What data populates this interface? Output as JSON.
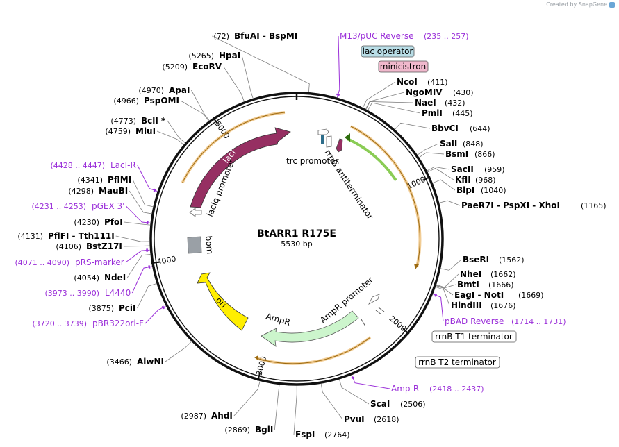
{
  "credit": "Created by SnapGene",
  "plasmid": {
    "name": "BtARR1 R175E",
    "size_label": "5530 bp",
    "length": 5530
  },
  "ticks": [
    {
      "pos": 0,
      "label": ""
    },
    {
      "pos": 1000,
      "label": "1000"
    },
    {
      "pos": 2000,
      "label": "2000"
    },
    {
      "pos": 3000,
      "label": "3000"
    },
    {
      "pos": 4000,
      "label": "4000"
    },
    {
      "pos": 5000,
      "label": "5000"
    }
  ],
  "enzymes": [
    {
      "name": "BfuAI  -  BspMI",
      "pos_text": "(72)",
      "pos": 72
    },
    {
      "name": "HpaI",
      "pos_text": "(5265)",
      "pos": 5265
    },
    {
      "name": "EcoRV",
      "pos_text": "(5209)",
      "pos": 5209
    },
    {
      "name": "ApaI",
      "pos_text": "(4970)",
      "pos": 4970
    },
    {
      "name": "PspOMI",
      "pos_text": "(4966)",
      "pos": 4966
    },
    {
      "name": "BclI *",
      "pos_text": "(4773)",
      "pos": 4773
    },
    {
      "name": "MluI",
      "pos_text": "(4759)",
      "pos": 4759
    },
    {
      "name": "PflMI",
      "pos_text": "(4341)",
      "pos": 4341
    },
    {
      "name": "MauBI",
      "pos_text": "(4298)",
      "pos": 4298
    },
    {
      "name": "PfoI",
      "pos_text": "(4230)",
      "pos": 4230
    },
    {
      "name": "PflFI  -  Tth111I",
      "pos_text": "(4131)",
      "pos": 4131
    },
    {
      "name": "BstZ17I",
      "pos_text": "(4106)",
      "pos": 4106
    },
    {
      "name": "NdeI",
      "pos_text": "(4054)",
      "pos": 4054
    },
    {
      "name": "PciI",
      "pos_text": "(3875)",
      "pos": 3875
    },
    {
      "name": "AlwNI",
      "pos_text": "(3466)",
      "pos": 3466
    },
    {
      "name": "AhdI",
      "pos_text": "(2987)",
      "pos": 2987
    },
    {
      "name": "BglI",
      "pos_text": "(2869)",
      "pos": 2869
    },
    {
      "name": "FspI",
      "pos_text": "(2764)",
      "pos": 2764
    },
    {
      "name": "PvuI",
      "pos_text": "(2618)",
      "pos": 2618
    },
    {
      "name": "ScaI",
      "pos_text": "(2506)",
      "pos": 2506
    },
    {
      "name": "NcoI",
      "pos_text": "(411)",
      "pos": 411
    },
    {
      "name": "NgoMIV",
      "pos_text": "(430)",
      "pos": 430
    },
    {
      "name": "NaeI",
      "pos_text": "(432)",
      "pos": 432
    },
    {
      "name": "PmlI",
      "pos_text": "(445)",
      "pos": 445
    },
    {
      "name": "BbvCI",
      "pos_text": "(644)",
      "pos": 644
    },
    {
      "name": "SalI",
      "pos_text": "(848)",
      "pos": 848
    },
    {
      "name": "BsmI",
      "pos_text": "(866)",
      "pos": 866
    },
    {
      "name": "SacII",
      "pos_text": "(959)",
      "pos": 959
    },
    {
      "name": "KflI",
      "pos_text": "(968)",
      "pos": 968
    },
    {
      "name": "BlpI",
      "pos_text": "(1040)",
      "pos": 1040
    },
    {
      "name": "PaeR7I  -  PspXI  -  XhoI",
      "pos_text": "(1165)",
      "pos": 1165
    },
    {
      "name": "BseRI",
      "pos_text": "(1562)",
      "pos": 1562
    },
    {
      "name": "NheI",
      "pos_text": "(1662)",
      "pos": 1662
    },
    {
      "name": "BmtI",
      "pos_text": "(1666)",
      "pos": 1666
    },
    {
      "name": "EagI  -  NotI",
      "pos_text": "(1669)",
      "pos": 1669
    },
    {
      "name": "HindIII",
      "pos_text": "(1676)",
      "pos": 1676
    }
  ],
  "primers": [
    {
      "name": "M13/pUC Reverse",
      "range": "(235 .. 257)",
      "pos": 246
    },
    {
      "name": "LacI-R",
      "range": "(4428 .. 4447)",
      "pos": 4437
    },
    {
      "name": "pGEX 3'",
      "range": "(4231 .. 4253)",
      "pos": 4242
    },
    {
      "name": "pRS-marker",
      "range": "(4071 .. 4090)",
      "pos": 4080
    },
    {
      "name": "L4440",
      "range": "(3973 .. 3990)",
      "pos": 3981
    },
    {
      "name": "pBR322ori-F",
      "range": "(3720 .. 3739)",
      "pos": 3729
    },
    {
      "name": "pBAD Reverse",
      "range": "(1714 .. 1731)",
      "pos": 1722
    },
    {
      "name": "Amp-R",
      "range": "(2418 .. 2437)",
      "pos": 2427
    }
  ],
  "boxed_features": [
    {
      "name": "lac operator",
      "fill": "#b8dde6"
    },
    {
      "name": "minicistron",
      "fill": "#f0b8cc"
    },
    {
      "name": "rrnB T1 terminator",
      "fill": "#ffffff"
    },
    {
      "name": "rrnB T2 terminator",
      "fill": "#ffffff"
    }
  ],
  "features": [
    {
      "name": "lacI",
      "color": "#962f62"
    },
    {
      "name": "lacIq promoter",
      "color": "#ffffff"
    },
    {
      "name": "trc promoter",
      "color": "#ffffff"
    },
    {
      "name": "rrnG antiterminator",
      "color": "#ffffff"
    },
    {
      "name": "bom",
      "color": "#9aa0a6"
    },
    {
      "name": "ori",
      "color": "#ffee00"
    },
    {
      "name": "AmpR",
      "color": "#ccf5cc"
    },
    {
      "name": "AmpR promoter",
      "color": "#ffffff"
    }
  ],
  "colors": {
    "backbone": "#111111",
    "orf_arc": "#e6a23c",
    "green_arc": "#6dbf2a",
    "primer": "#9b30d9",
    "leader": "#7f7f7f"
  }
}
